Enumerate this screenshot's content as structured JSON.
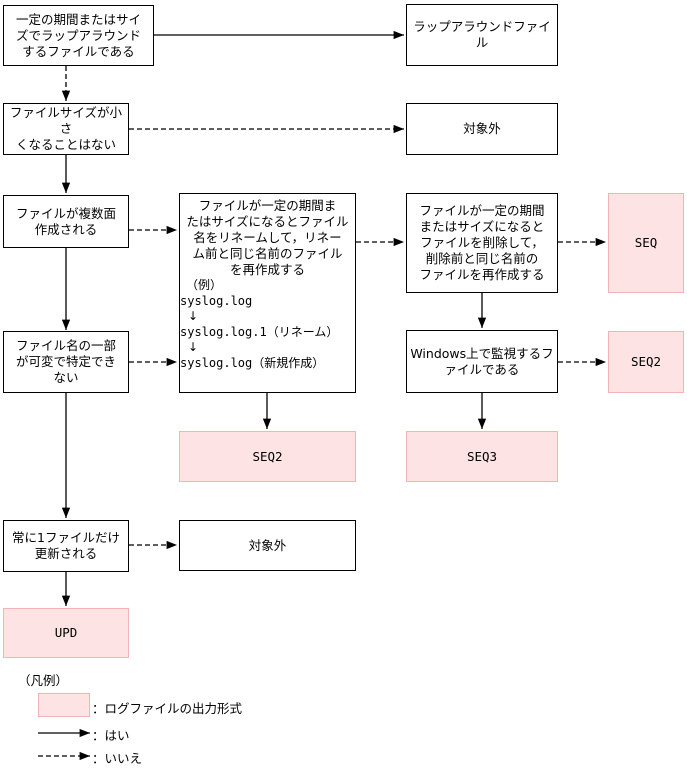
{
  "nodes": {
    "q_wrap": "一定の期間またはサイ\nズでラップアラウンド\nするファイルである",
    "wraparound_file": "ラップアラウンドファイル",
    "q_small": "ファイルサイズが小さ\nくなることはない",
    "out_of_scope_1": "対象外",
    "q_multiple": "ファイルが複数面\n作成される",
    "rename_desc": "ファイルが一定の期間ま\nたはサイズになるとファイル\n名をリネームして，リネー\nム前と同じ名前のファイル\nを再作成する",
    "rename_example_label": "（例）",
    "rename_example_1": "syslog.log",
    "rename_example_arrow_1": "↓",
    "rename_example_2": "syslog.log.1（リネーム）",
    "rename_example_arrow_2": "↓",
    "rename_example_3": "syslog.log（新規作成）",
    "delete_desc": "ファイルが一定の期間\nまたはサイズになると\nファイルを削除して，\n削除前と同じ名前の\nファイルを再作成する",
    "seq": "SEQ",
    "q_partial_name": "ファイル名の一部\nが可変で特定でき\nない",
    "windows_q": "Windows上で監視するフ\nァイルである",
    "seq2_right": "SEQ2",
    "seq2_mid": "SEQ2",
    "seq3": "SEQ3",
    "q_single": "常に1ファイルだけ\n更新される",
    "out_of_scope_2": "対象外",
    "upd": "UPD"
  },
  "legend": {
    "title": "（凡例）",
    "output_format": "：ログファイルの出力形式",
    "yes": "：はい",
    "no": "：いいえ"
  },
  "colors": {
    "output_fill": "#fde3e3",
    "output_border": "#f2b4b4",
    "line": "#000000"
  }
}
